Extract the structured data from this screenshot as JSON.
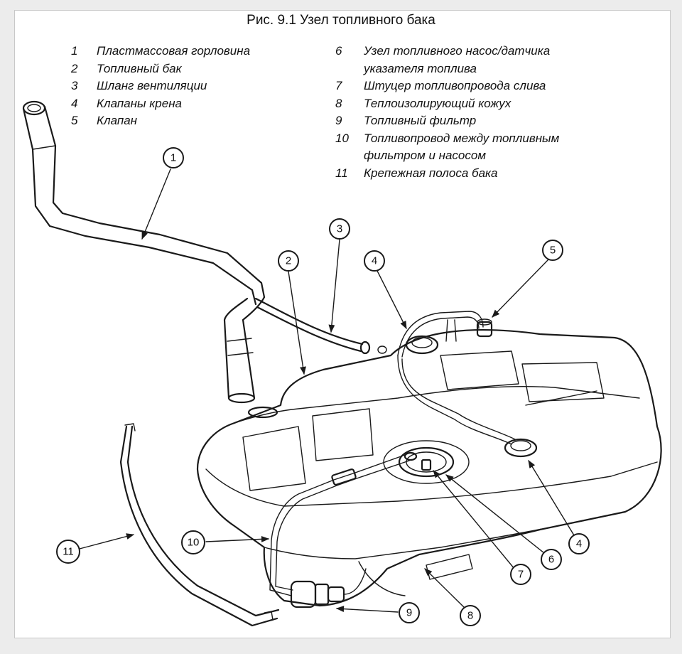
{
  "figure": {
    "title": "Рис. 9.1 Узел топливного бака"
  },
  "legend_left": [
    {
      "num": "1",
      "text": "Пластмассовая горловина"
    },
    {
      "num": "2",
      "text": "Топливный бак"
    },
    {
      "num": "3",
      "text": "Шланг вентиляции"
    },
    {
      "num": "4",
      "text": "Клапаны крена"
    },
    {
      "num": "5",
      "text": "Клапан"
    }
  ],
  "legend_right": [
    {
      "num": "6",
      "text": "Узел топливного насос/датчика",
      "cont": "указателя топлива"
    },
    {
      "num": "7",
      "text": "Штуцер топливопровода слива"
    },
    {
      "num": "8",
      "text": "Теплоизолирующий кожух"
    },
    {
      "num": "9",
      "text": "Топливный фильтр"
    },
    {
      "num": "10",
      "text": "Топливопровод между топливным",
      "cont": "фильтром и насосом"
    },
    {
      "num": "11",
      "text": "Крепежная полоса бака"
    }
  ],
  "callouts": {
    "c1": "1",
    "c2": "2",
    "c3": "3",
    "c4a": "4",
    "c4b": "4",
    "c5": "5",
    "c6": "6",
    "c7": "7",
    "c8": "8",
    "c9": "9",
    "c10": "10",
    "c11": "11"
  },
  "icons": {
    "callout-marker": "circle"
  }
}
